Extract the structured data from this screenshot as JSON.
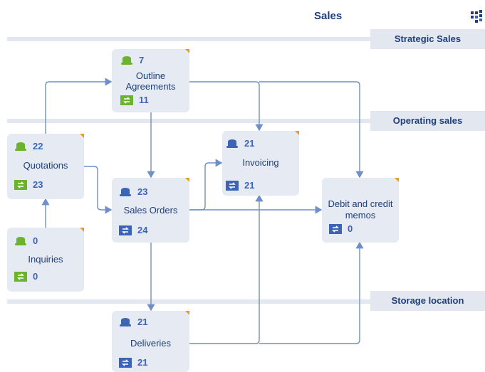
{
  "header": {
    "title": "Sales",
    "corner_icon": "tile-grid-icon"
  },
  "sections": {
    "strategic": "Strategic Sales",
    "operating": "Operating sales",
    "storage": "Storage location"
  },
  "nodes": {
    "outline": {
      "label": "Outline Agreements",
      "label_line1": "Outline",
      "label_line2": "Agreements",
      "top_value": "7",
      "bottom_value": "11",
      "icon_color": "green"
    },
    "quotations": {
      "label": "Quotations",
      "top_value": "22",
      "bottom_value": "23",
      "icon_color": "green"
    },
    "inquiries": {
      "label": "Inquiries",
      "top_value": "0",
      "bottom_value": "0",
      "icon_color": "green"
    },
    "invoicing": {
      "label": "Invoicing",
      "top_value": "21",
      "bottom_value": "21",
      "icon_color": "blue"
    },
    "sales_orders": {
      "label": "Sales Orders",
      "top_value": "23",
      "bottom_value": "24",
      "icon_color": "blue"
    },
    "debit_credit": {
      "label_line1": "Debit and credit",
      "label_line2": "memos",
      "top_value": "",
      "bottom_value": "0",
      "icon_color": "blue"
    },
    "deliveries": {
      "label": "Deliveries",
      "top_value": "21",
      "bottom_value": "21",
      "icon_color": "blue"
    }
  },
  "colors": {
    "accent": "#3c64b4",
    "title": "#1f3f7a",
    "node_bg": "#e6eaf3",
    "band": "#e3e7ef",
    "flag": "#f39a1e",
    "green": "#6ab42d",
    "line": "#6f8fc8"
  }
}
